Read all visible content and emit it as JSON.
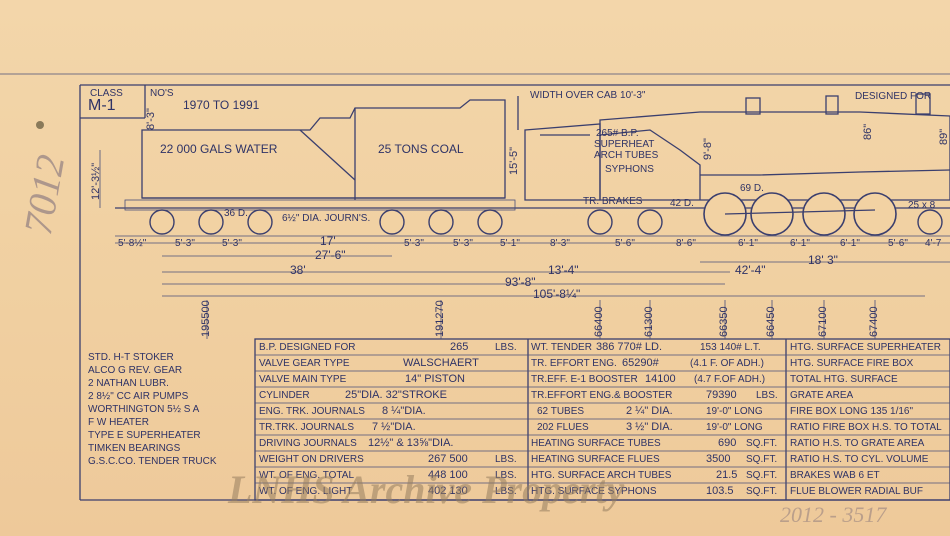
{
  "title_block": {
    "class_label": "CLASS",
    "class_value": "M-1",
    "numbers_label": "NO'S",
    "numbers_range": "1970  TO  1991",
    "designed_for": "DESIGNED FOR",
    "width_over_cab": "WIDTH OVER CAB 10'-3\""
  },
  "tender": {
    "water": "22 000 GALS WATER",
    "coal": "25  TONS COAL",
    "journals": "6½\" DIA. JOURN'S.",
    "wheel_dia": "36 D."
  },
  "boiler_notes": {
    "bp": "265# B.P.",
    "superheat": "SUPERHEAT",
    "arch_tubes": "ARCH TUBES",
    "syphons": "SYPHONS",
    "tr_brakes": "TR. BRAKES",
    "lead_wheel": "42 D.",
    "driver_dia": "69 D.",
    "trailing_note": "25 x 8"
  },
  "heights": {
    "overall": "12'-3½\"",
    "tender": "15'-5\"",
    "stack": "8'-3\"",
    "cab": "9'-8\"",
    "dome": "86\"",
    "sand": "89\""
  },
  "spacing_dims": [
    "5'-8½\"",
    "5'-3\"",
    "5'-3\"",
    "17'",
    "5'-3\"",
    "5'-3\"",
    "5'-1\"",
    "8'-3\"",
    "5'-6\"",
    "8'-6\"",
    "6'-1\"",
    "6'-1\"",
    "6'-1\"",
    "5'-6\"",
    "4'-7"
  ],
  "overall_dims": {
    "d1": "27'-6\"",
    "d2": "38'",
    "d3": "13'-4\"",
    "d4": "42'-4\"",
    "d5": "18' 3\"",
    "d6": "93'-8\"",
    "d7": "105'-8¼\""
  },
  "axle_loads": [
    "195500",
    "191270",
    "66400",
    "61300",
    "66350",
    "66450",
    "67100",
    "67400"
  ],
  "equipment": [
    "STD. H-T STOKER",
    "ALCO G REV. GEAR",
    "2 NATHAN LUBR.",
    "2 8½\" CC AIR PUMPS",
    "WORTHINGTON 5½ S A",
    "F W HEATER",
    "TYPE E SUPERHEATER",
    "TIMKEN BEARINGS",
    "G.S.C.CO. TENDER TRUCK"
  ],
  "spec_col1": [
    {
      "label": "B.P. DESIGNED FOR",
      "value": "265",
      "unit": "LBS."
    },
    {
      "label": "VALVE GEAR TYPE",
      "value": "WALSCHAERT",
      "unit": ""
    },
    {
      "label": "VALVE MAIN TYPE",
      "value": "14\" PISTON",
      "unit": ""
    },
    {
      "label": "CYLINDER",
      "value": "25\"DIA.    32\"STROKE",
      "unit": ""
    },
    {
      "label": "ENG. TRK. JOURNALS",
      "value": "8 ¼\"DIA.",
      "unit": ""
    },
    {
      "label": "TR.TRK. JOURNALS",
      "value": "7 ½\"DIA.",
      "unit": ""
    },
    {
      "label": "DRIVING JOURNALS",
      "value": "12½\" & 13⅝\"DIA.",
      "unit": ""
    },
    {
      "label": "WEIGHT ON DRIVERS",
      "value": "267 500",
      "unit": "LBS."
    },
    {
      "label": "WT. OF ENG. TOTAL",
      "value": "448 100",
      "unit": "LBS."
    },
    {
      "label": "WT. OF ENG. LIGHT",
      "value": "402 130",
      "unit": "LBS."
    }
  ],
  "spec_col2": [
    {
      "label": "WT. TENDER",
      "value": "386 770# LD.",
      "extra": "153 140# L.T."
    },
    {
      "label": "TR. EFFORT ENG.",
      "value": "65290#",
      "extra": "(4.1 F. OF ADH.)"
    },
    {
      "label": "TR.EFF. E-1 BOOSTER",
      "value": "14100",
      "extra": "(4.7 F.OF ADH.)"
    },
    {
      "label": "TR.EFFORT ENG.& BOOSTER",
      "value": "79390",
      "extra": "LBS."
    },
    {
      "label": "62  TUBES",
      "value": "2 ¼\" DIA.",
      "extra": "19'-0\" LONG"
    },
    {
      "label": "202 FLUES",
      "value": "3 ½\" DIA.",
      "extra": "19'-0\" LONG"
    },
    {
      "label": "HEATING SURFACE TUBES",
      "value": "690",
      "extra": "SQ.FT."
    },
    {
      "label": "HEATING SURFACE FLUES",
      "value": "3500",
      "extra": "SQ.FT."
    },
    {
      "label": "HTG. SURFACE ARCH TUBES",
      "value": "21.5",
      "extra": "SQ.FT."
    },
    {
      "label": "HTG. SURFACE SYPHONS",
      "value": "103.5",
      "extra": "SQ.FT."
    }
  ],
  "spec_col3": [
    "HTG. SURFACE SUPERHEATER",
    "HTG. SURFACE FIRE BOX",
    "TOTAL HTG. SURFACE",
    "GRATE AREA",
    "FIRE BOX LONG 135 1/16\"",
    "RATIO FIRE BOX H.S. TO TOTAL",
    "RATIO H.S. TO GRATE AREA",
    "RATIO H.S. TO CYL. VOLUME",
    "BRAKES  WAB    6 ET",
    "FLUE BLOWER    RADIAL BUF"
  ],
  "watermark": "LNHS Archive Property",
  "pencil_note": "7012",
  "pencil_note_bottom": "2012 - 3517"
}
